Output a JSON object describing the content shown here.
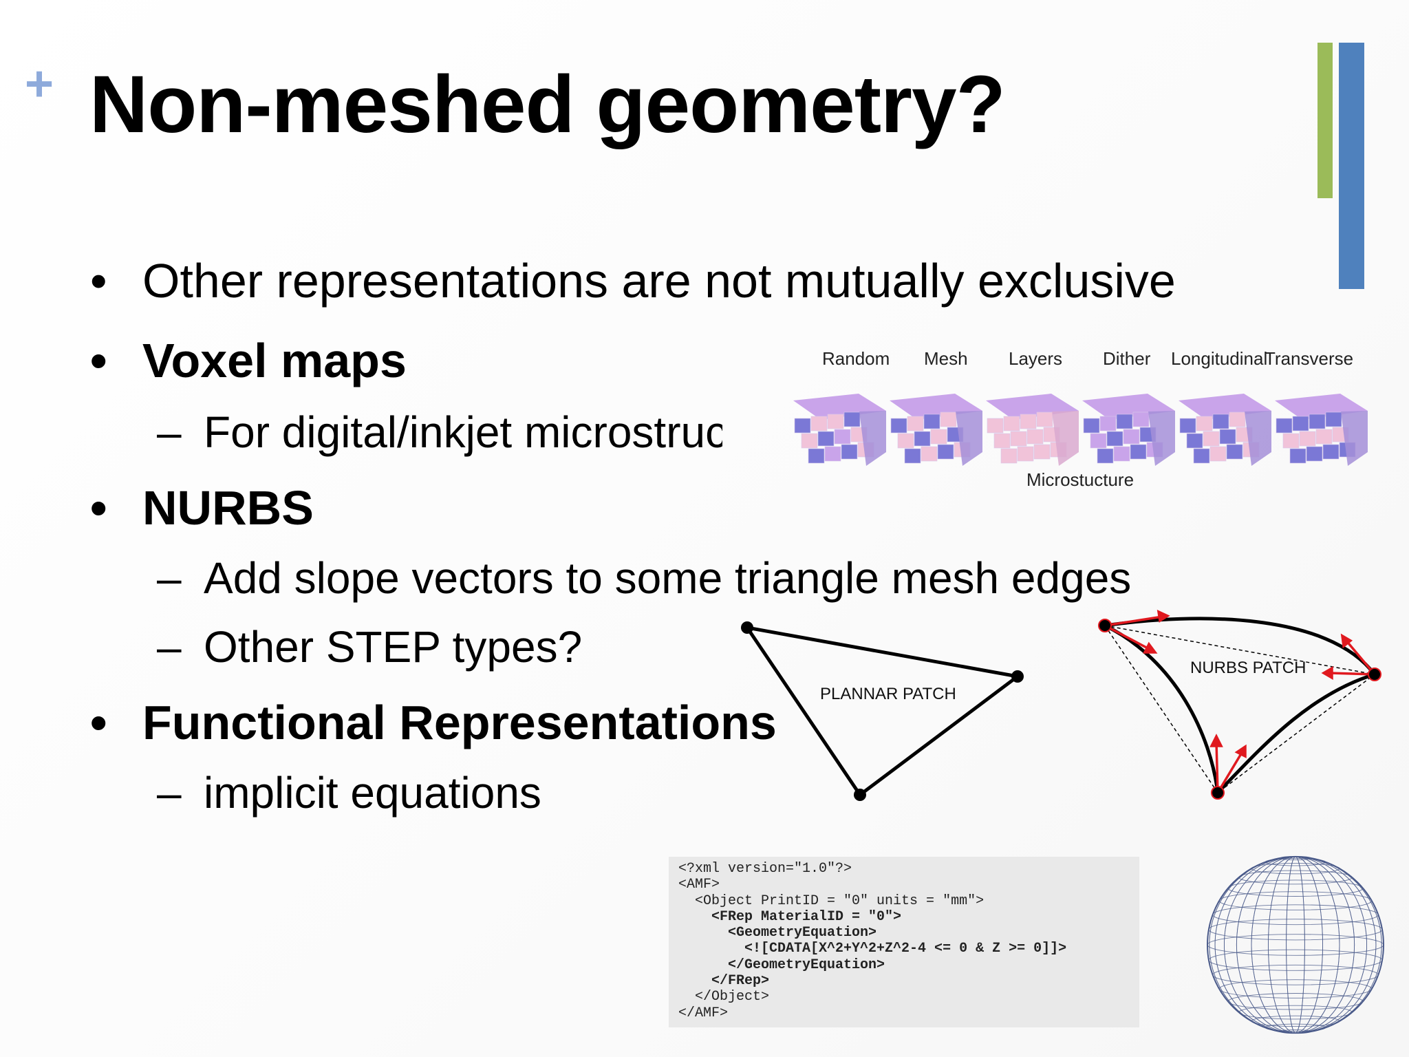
{
  "slide": {
    "plus": "+",
    "title": "Non-meshed geometry?"
  },
  "bullets": {
    "b1": "Other representations are not mutually exclusive",
    "b2": "Voxel maps",
    "b2_sub1": "For digital/inkjet microstruc",
    "b3": "NURBS",
    "b3_sub1": "Add slope vectors to some triangle mesh edges",
    "b3_sub2": "Other STEP types?",
    "b4": "Functional Representations",
    "b4_sub1": "implicit equations",
    "bullet_char": "•",
    "dash_char": "–"
  },
  "voxel_figure": {
    "labels": [
      "Random",
      "Mesh",
      "Layers",
      "Dither",
      "Longitudinal",
      "Transverse"
    ],
    "caption": "Microstucture",
    "colors": {
      "blue": "#7b78d6",
      "pink": "#f1c3d9",
      "violet": "#c9a4ea"
    }
  },
  "planar_patch": {
    "label": "PLANNAR PATCH"
  },
  "nurbs_patch": {
    "label": "NURBS PATCH",
    "arrow_color": "#e0191f"
  },
  "code": {
    "lines": [
      "<?xml version=\"1.0\"?>",
      "<AMF>",
      "  <Object PrintID = \"0\" units = \"mm\">",
      "    <FRep MaterialID = \"0\">",
      "      <GeometryEquation>",
      "        <![CDATA[X^2+Y^2+Z^2-4 <= 0 & Z >= 0]]>",
      "      </GeometryEquation>",
      "    </FRep>",
      "  </Object>",
      "</AMF>"
    ]
  },
  "sphere_figure": {
    "icon": "wireframe-sphere-icon",
    "color": "#4a5a8a"
  }
}
